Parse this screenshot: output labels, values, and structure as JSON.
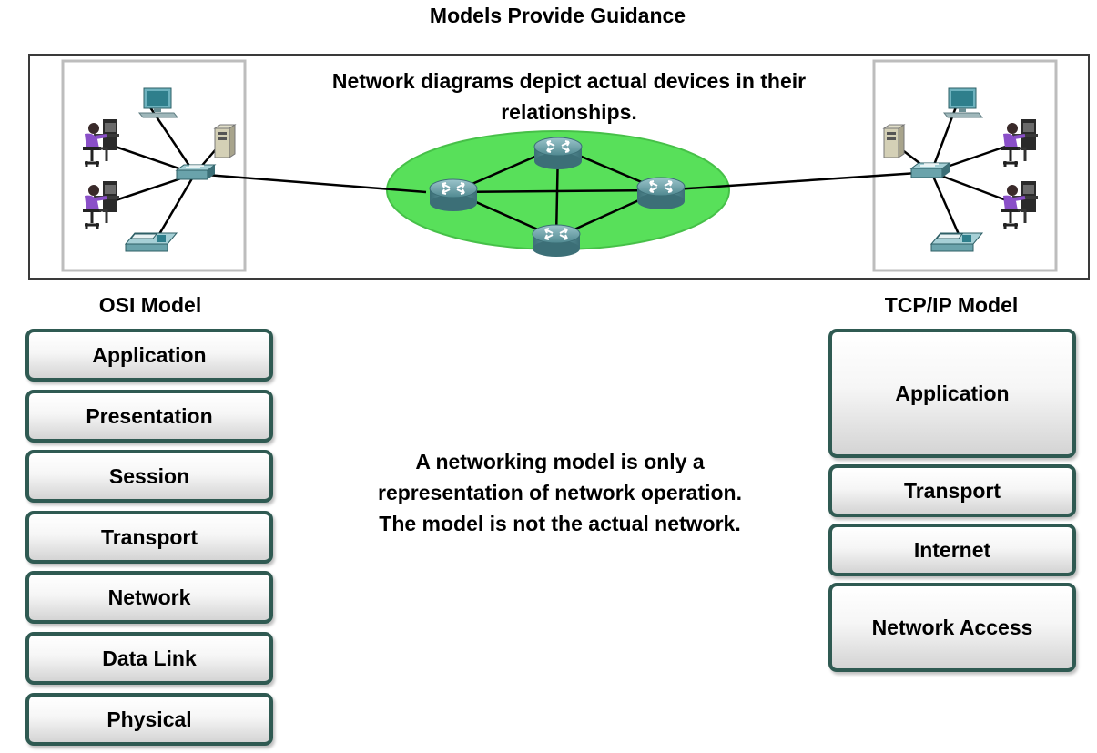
{
  "title": "Models Provide Guidance",
  "network_caption": "Network diagrams depict actual devices in their relationships.",
  "osi": {
    "title": "OSI Model",
    "layers": [
      "Application",
      "Presentation",
      "Session",
      "Transport",
      "Network",
      "Data Link",
      "Physical"
    ]
  },
  "tcpip": {
    "title": "TCP/IP Model",
    "layers": [
      "Application",
      "Transport",
      "Internet",
      "Network Access"
    ]
  },
  "note": "A networking model is only a representation of network operation. The model is not the actual network.",
  "colors": {
    "cloud": "#58e05a",
    "router": "#5f9aa2",
    "layer_border": "#2f5a52",
    "person": "#8a4fc8"
  },
  "icons": [
    "pc-icon",
    "person-at-computer-icon",
    "server-icon",
    "switch-icon",
    "ip-phone-icon",
    "router-icon"
  ]
}
